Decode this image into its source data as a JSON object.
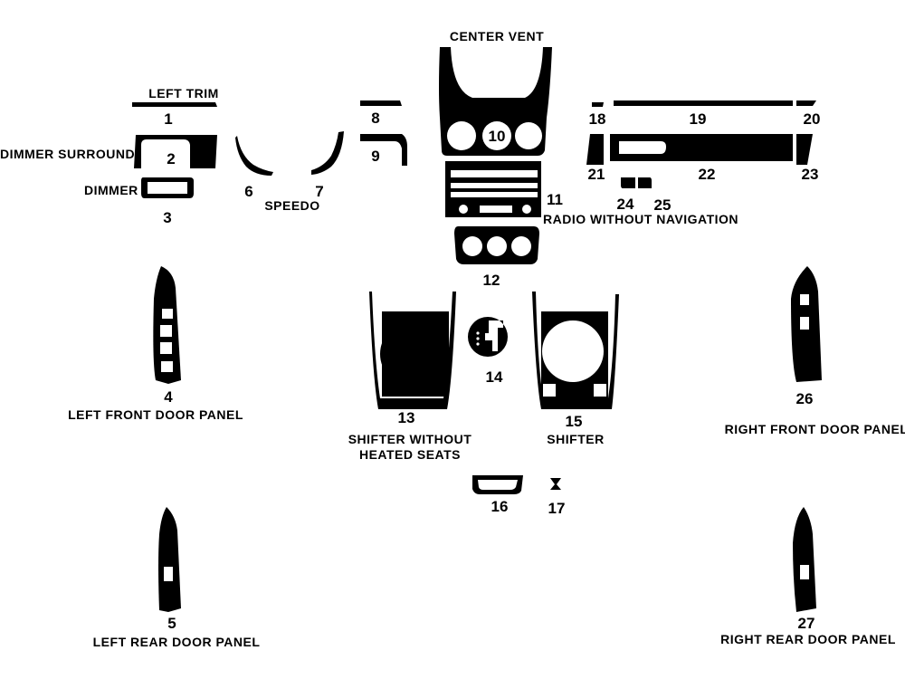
{
  "labels": {
    "left_trim": "LEFT TRIM",
    "dimmer_surround": "DIMMER SURROUND",
    "dimmer": "DIMMER",
    "speedo": "SPEEDO",
    "center_vent": "CENTER VENT",
    "radio_without_navigation": "RADIO WITHOUT NAVIGATION",
    "left_front_door_panel": "LEFT FRONT DOOR PANEL",
    "left_rear_door_panel": "LEFT REAR DOOR PANEL",
    "shifter_without_heated_seats_line1": "SHIFTER WITHOUT",
    "shifter_without_heated_seats_line2": "HEATED SEATS",
    "shifter": "SHIFTER",
    "right_front_door_panel": "RIGHT FRONT DOOR PANEL",
    "right_rear_door_panel": "RIGHT REAR DOOR PANEL"
  },
  "numbers": [
    "1",
    "2",
    "3",
    "4",
    "5",
    "6",
    "7",
    "8",
    "9",
    "10",
    "11",
    "12",
    "13",
    "14",
    "15",
    "16",
    "17",
    "18",
    "19",
    "20",
    "21",
    "22",
    "23",
    "24",
    "25",
    "26",
    "27"
  ],
  "colors": {
    "piece": "#000000",
    "background": "#ffffff",
    "text": "#000000"
  }
}
